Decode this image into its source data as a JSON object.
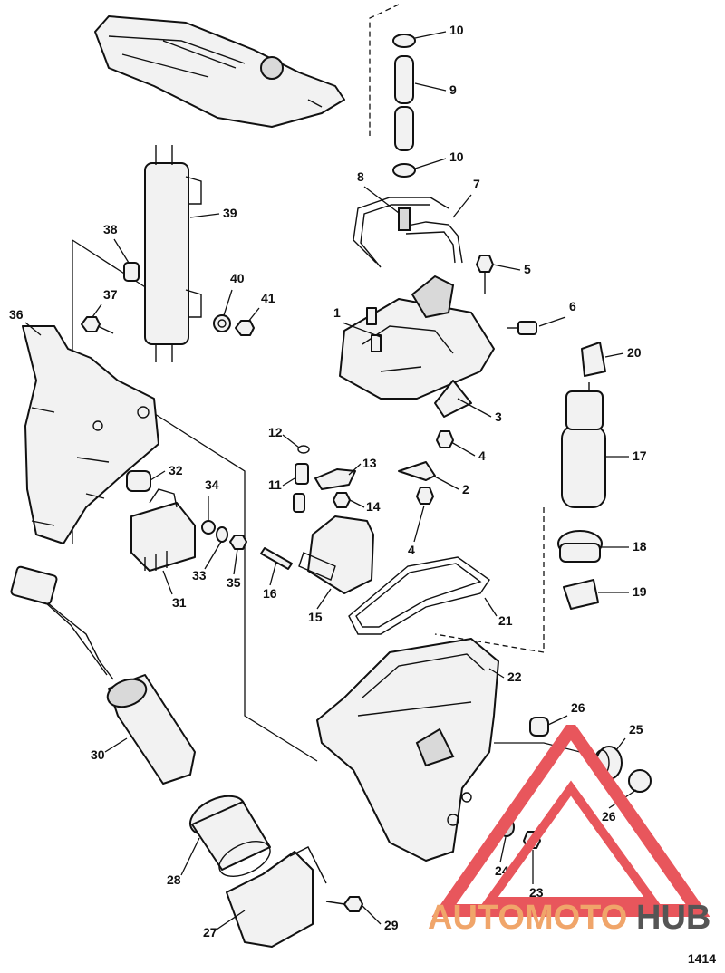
{
  "callouts": [
    "1",
    "2",
    "3",
    "4",
    "4",
    "5",
    "6",
    "7",
    "8",
    "9",
    "10",
    "10",
    "11",
    "12",
    "13",
    "14",
    "15",
    "16",
    "17",
    "18",
    "19",
    "20",
    "21",
    "22",
    "23",
    "24",
    "25",
    "26",
    "26",
    "27",
    "28",
    "29",
    "30",
    "31",
    "32",
    "33",
    "34",
    "35",
    "36",
    "37",
    "38",
    "39",
    "40",
    "41"
  ],
  "reference_code": "1414",
  "watermark": {
    "word_a": "AUTOMOTO",
    "word_b": "HUB",
    "color_a": "#f0a56a",
    "color_b": "#555555",
    "triangle_color": "#e8565c"
  }
}
